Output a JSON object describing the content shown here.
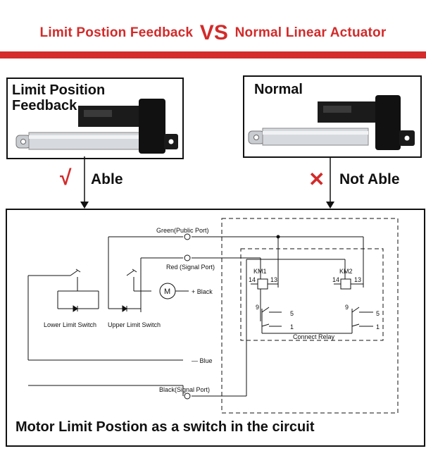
{
  "header": {
    "title_left": "Limit Postion Feedback",
    "title_vs": "VS",
    "title_right": "Normal Linear Actuator"
  },
  "panels": {
    "left": {
      "label": "Limit Position\nFeedback",
      "mark": "√",
      "ability": "Able"
    },
    "right": {
      "label": "Normal",
      "mark": "✕",
      "ability": "Not Able"
    }
  },
  "circuit": {
    "green_port": "Green(Public Port)",
    "red_port": "Red (Signal Port)",
    "black_signal_port": "Black(Signal Port)",
    "motor": "M",
    "black_label": "+ Black",
    "blue_label": "— Blue",
    "lower_switch": "Lower Limit Switch",
    "upper_switch": "Upper Limit Switch",
    "km1": "KM1",
    "km2": "KM2",
    "pin14": "14",
    "pin13": "13",
    "pin9": "9",
    "pin5": "5",
    "pin1": "1",
    "relay_label": "Connect Relay"
  },
  "footer": {
    "text": "Motor Limit Postion as a switch in the circuit"
  },
  "colors": {
    "accent_red": "#d32a2a",
    "bar_red": "#d42b2b"
  }
}
